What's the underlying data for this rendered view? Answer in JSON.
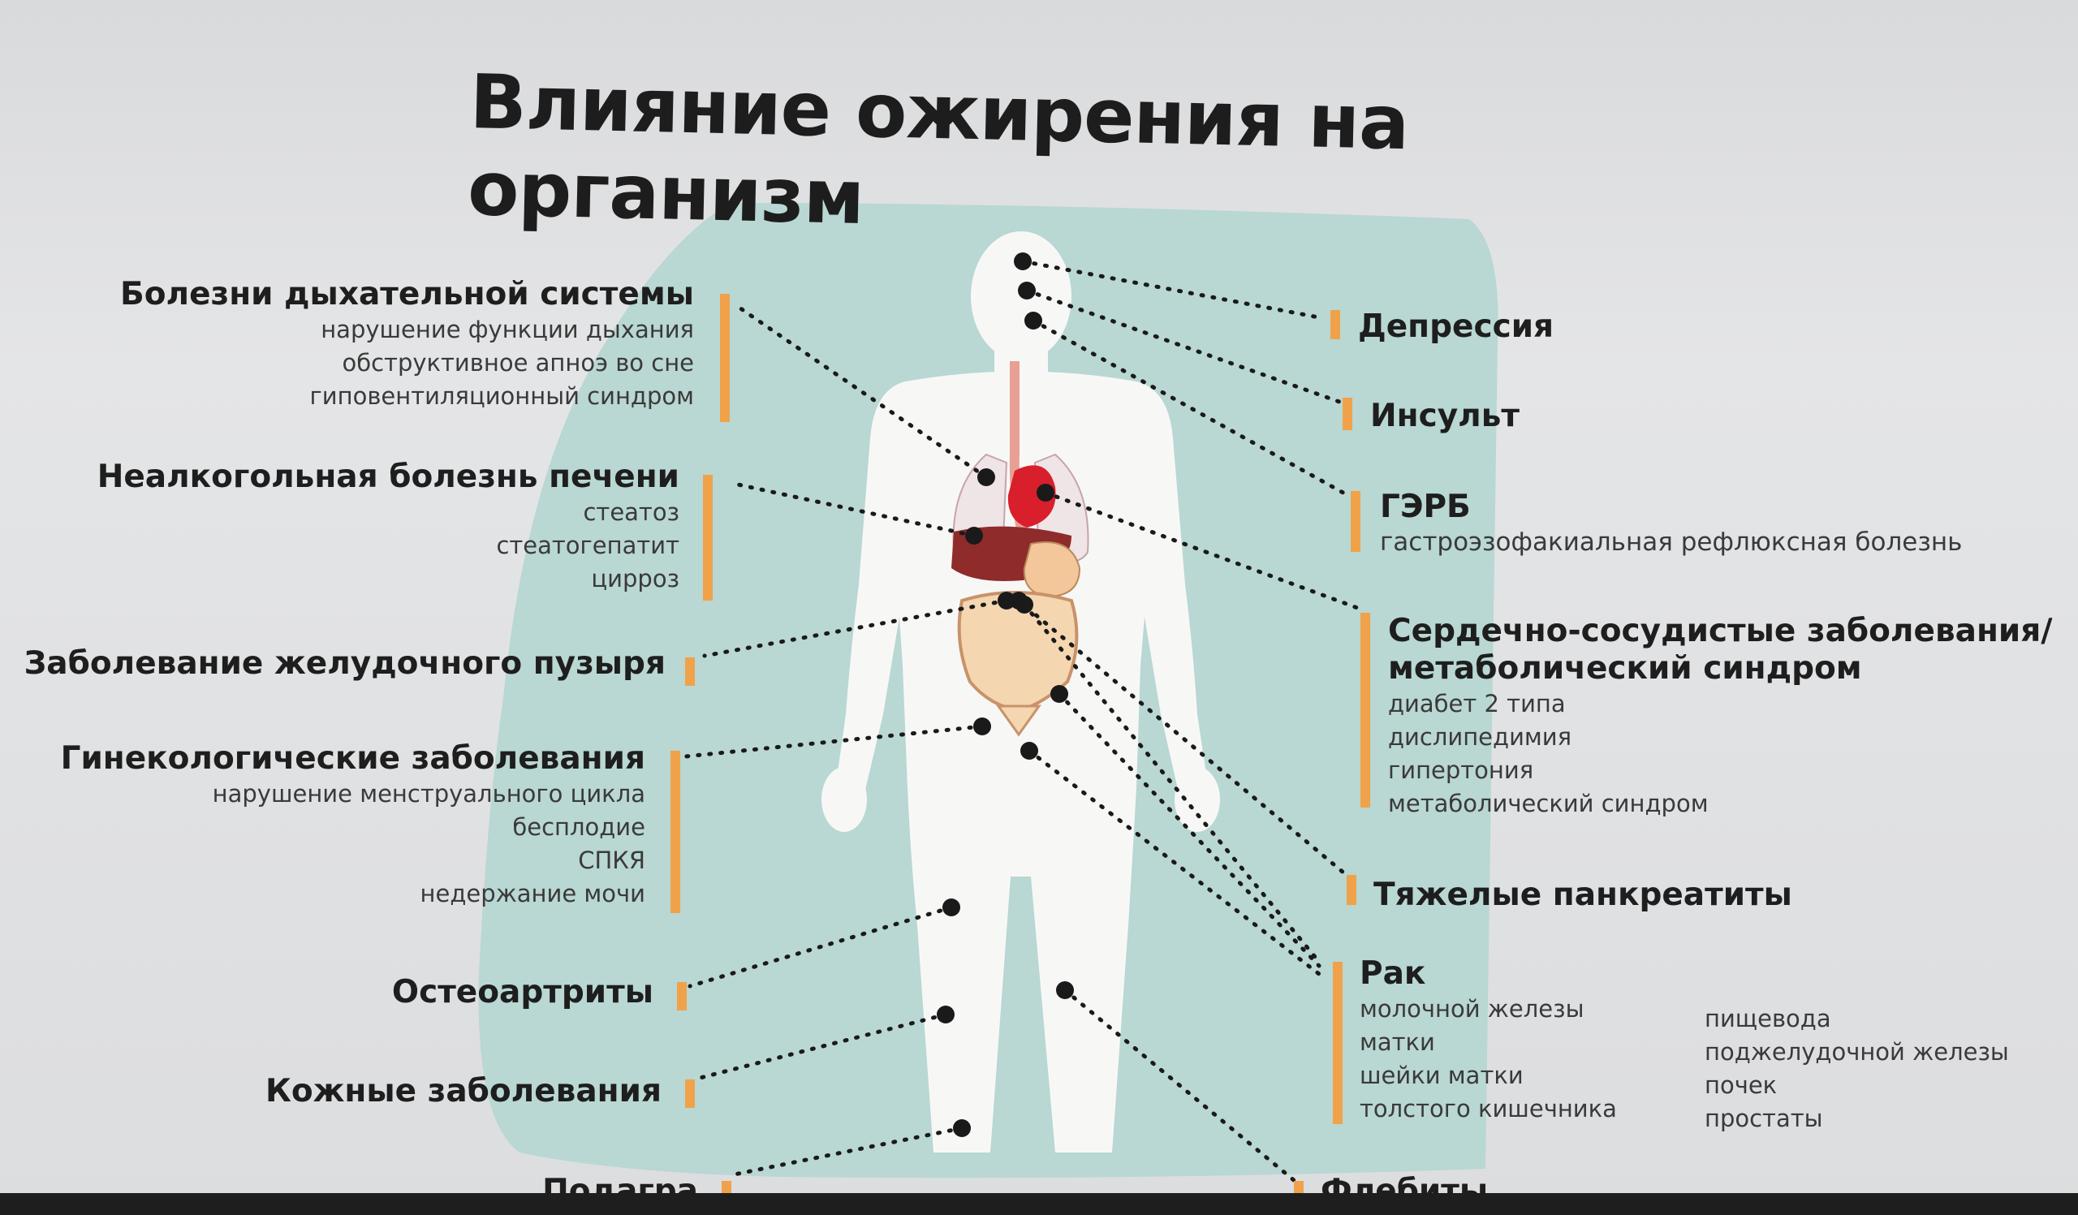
{
  "title": "Влияние ожирения на организм",
  "colors": {
    "accent": "#f0a24a",
    "panel": "#b9d7d3",
    "body": "#f7f8f6",
    "dot": "#1a1a1a"
  },
  "left_groups": [
    {
      "id": "resp",
      "heading": "Болезни дыхательной системы",
      "items": [
        "нарушение функции дыхания",
        "обструктивное апноэ во сне",
        "гиповентиляционный синдром"
      ]
    },
    {
      "id": "liver",
      "heading": "Неалкогольная болезнь печени",
      "items": [
        "стеатоз",
        "стеатогепатит",
        "цирроз"
      ]
    },
    {
      "id": "gallbladder",
      "heading": "Заболевание желудочного пузыря",
      "items": []
    },
    {
      "id": "gyn",
      "heading": "Гинекологические заболевания",
      "items": [
        "нарушение менструального цикла",
        "бесплодие",
        "СПКЯ",
        "недержание мочи"
      ]
    },
    {
      "id": "osteo",
      "heading": "Остеоартриты",
      "items": []
    },
    {
      "id": "skin",
      "heading": "Кожные заболевания",
      "items": []
    },
    {
      "id": "gout",
      "heading": "Подагра",
      "items": []
    }
  ],
  "right_groups": [
    {
      "id": "depression",
      "heading": "Депрессия",
      "items": []
    },
    {
      "id": "stroke",
      "heading": "Инсульт",
      "items": []
    },
    {
      "id": "gerd",
      "heading": "ГЭРБ",
      "items": [
        "гастроэзофакиальная рефлюксная болезнь"
      ]
    },
    {
      "id": "cardio",
      "heading": "Сердечно-сосудистые заболевания/",
      "heading2": "метаболический синдром",
      "items": [
        "диабет 2 типа",
        "дислипедимия",
        "гипертония",
        "метаболический синдром"
      ]
    },
    {
      "id": "pancreatitis",
      "heading": "Тяжелые панкреатиты",
      "items": []
    },
    {
      "id": "cancer",
      "heading": "Рак",
      "items": [
        "молочной железы",
        "матки",
        "шейки матки",
        "толстого кишечника"
      ],
      "items2": [
        "пищевода",
        "поджелудочной железы",
        "почек",
        "простаты"
      ]
    },
    {
      "id": "phlebitis",
      "heading": "Флебиты",
      "items": []
    }
  ]
}
